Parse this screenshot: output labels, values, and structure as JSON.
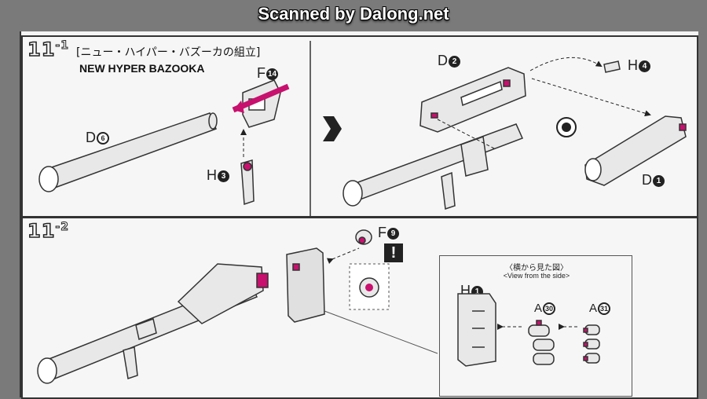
{
  "watermark": "Scanned by Dalong.net",
  "step1": {
    "number": "11",
    "sub": "-1",
    "title_jp": "[ニュー・ハイパー・バズーカの組立]",
    "title_en": "NEW HYPER BAZOOKA",
    "parts": {
      "d6": {
        "letter": "D",
        "num": "6"
      },
      "f14": {
        "letter": "F",
        "num": "14"
      },
      "h3": {
        "letter": "H",
        "num": "3"
      },
      "d2": {
        "letter": "D",
        "num": "2"
      },
      "h4": {
        "letter": "H",
        "num": "4"
      },
      "d1": {
        "letter": "D",
        "num": "1"
      }
    }
  },
  "step2": {
    "number": "11",
    "sub": "-2",
    "parts": {
      "f9": {
        "letter": "F",
        "num": "9"
      },
      "h1": {
        "letter": "H",
        "num": "1"
      },
      "a30": {
        "letter": "A",
        "num": "30"
      },
      "a31": {
        "letter": "A",
        "num": "31"
      }
    },
    "warning": "!",
    "side_view_jp": "〈横から見た図〉",
    "side_view_en": "<View from the side>"
  },
  "colors": {
    "accent": "#c8106e",
    "line": "#333333",
    "part_fill": "#e8e8e8"
  }
}
